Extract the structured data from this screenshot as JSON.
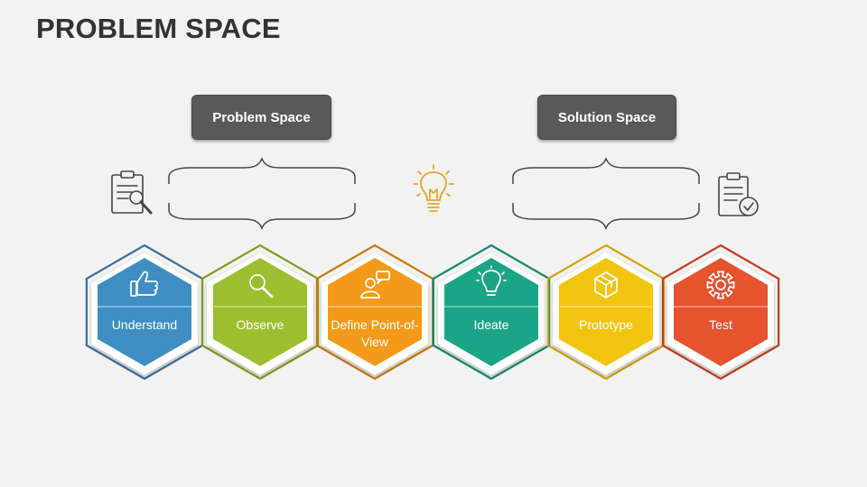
{
  "title": "PROBLEM SPACE",
  "groups": {
    "problem": "Problem Space",
    "solution": "Solution Space"
  },
  "steps": [
    {
      "label": "Understand",
      "icon": "thumbs-up-icon",
      "color": "#3e8ec4",
      "outline": "#3a6fa0"
    },
    {
      "label": "Observe",
      "icon": "magnifier-icon",
      "color": "#9bbf2f",
      "outline": "#7f9e21"
    },
    {
      "label": "Define Point-of-View",
      "icon": "person-speech-icon",
      "color": "#f39a1b",
      "outline": "#c97a0c"
    },
    {
      "label": "Ideate",
      "icon": "lightbulb-icon",
      "color": "#1ba587",
      "outline": "#138a70"
    },
    {
      "label": "Prototype",
      "icon": "cube-icon",
      "color": "#f1c40f",
      "outline": "#cfa50b"
    },
    {
      "label": "Test",
      "icon": "gear-icon",
      "color": "#e5532f",
      "outline": "#c63c1c"
    }
  ],
  "colors": {
    "label_box": "#595959",
    "bulb": "#e3a52a",
    "outline_icons": "#444444"
  }
}
